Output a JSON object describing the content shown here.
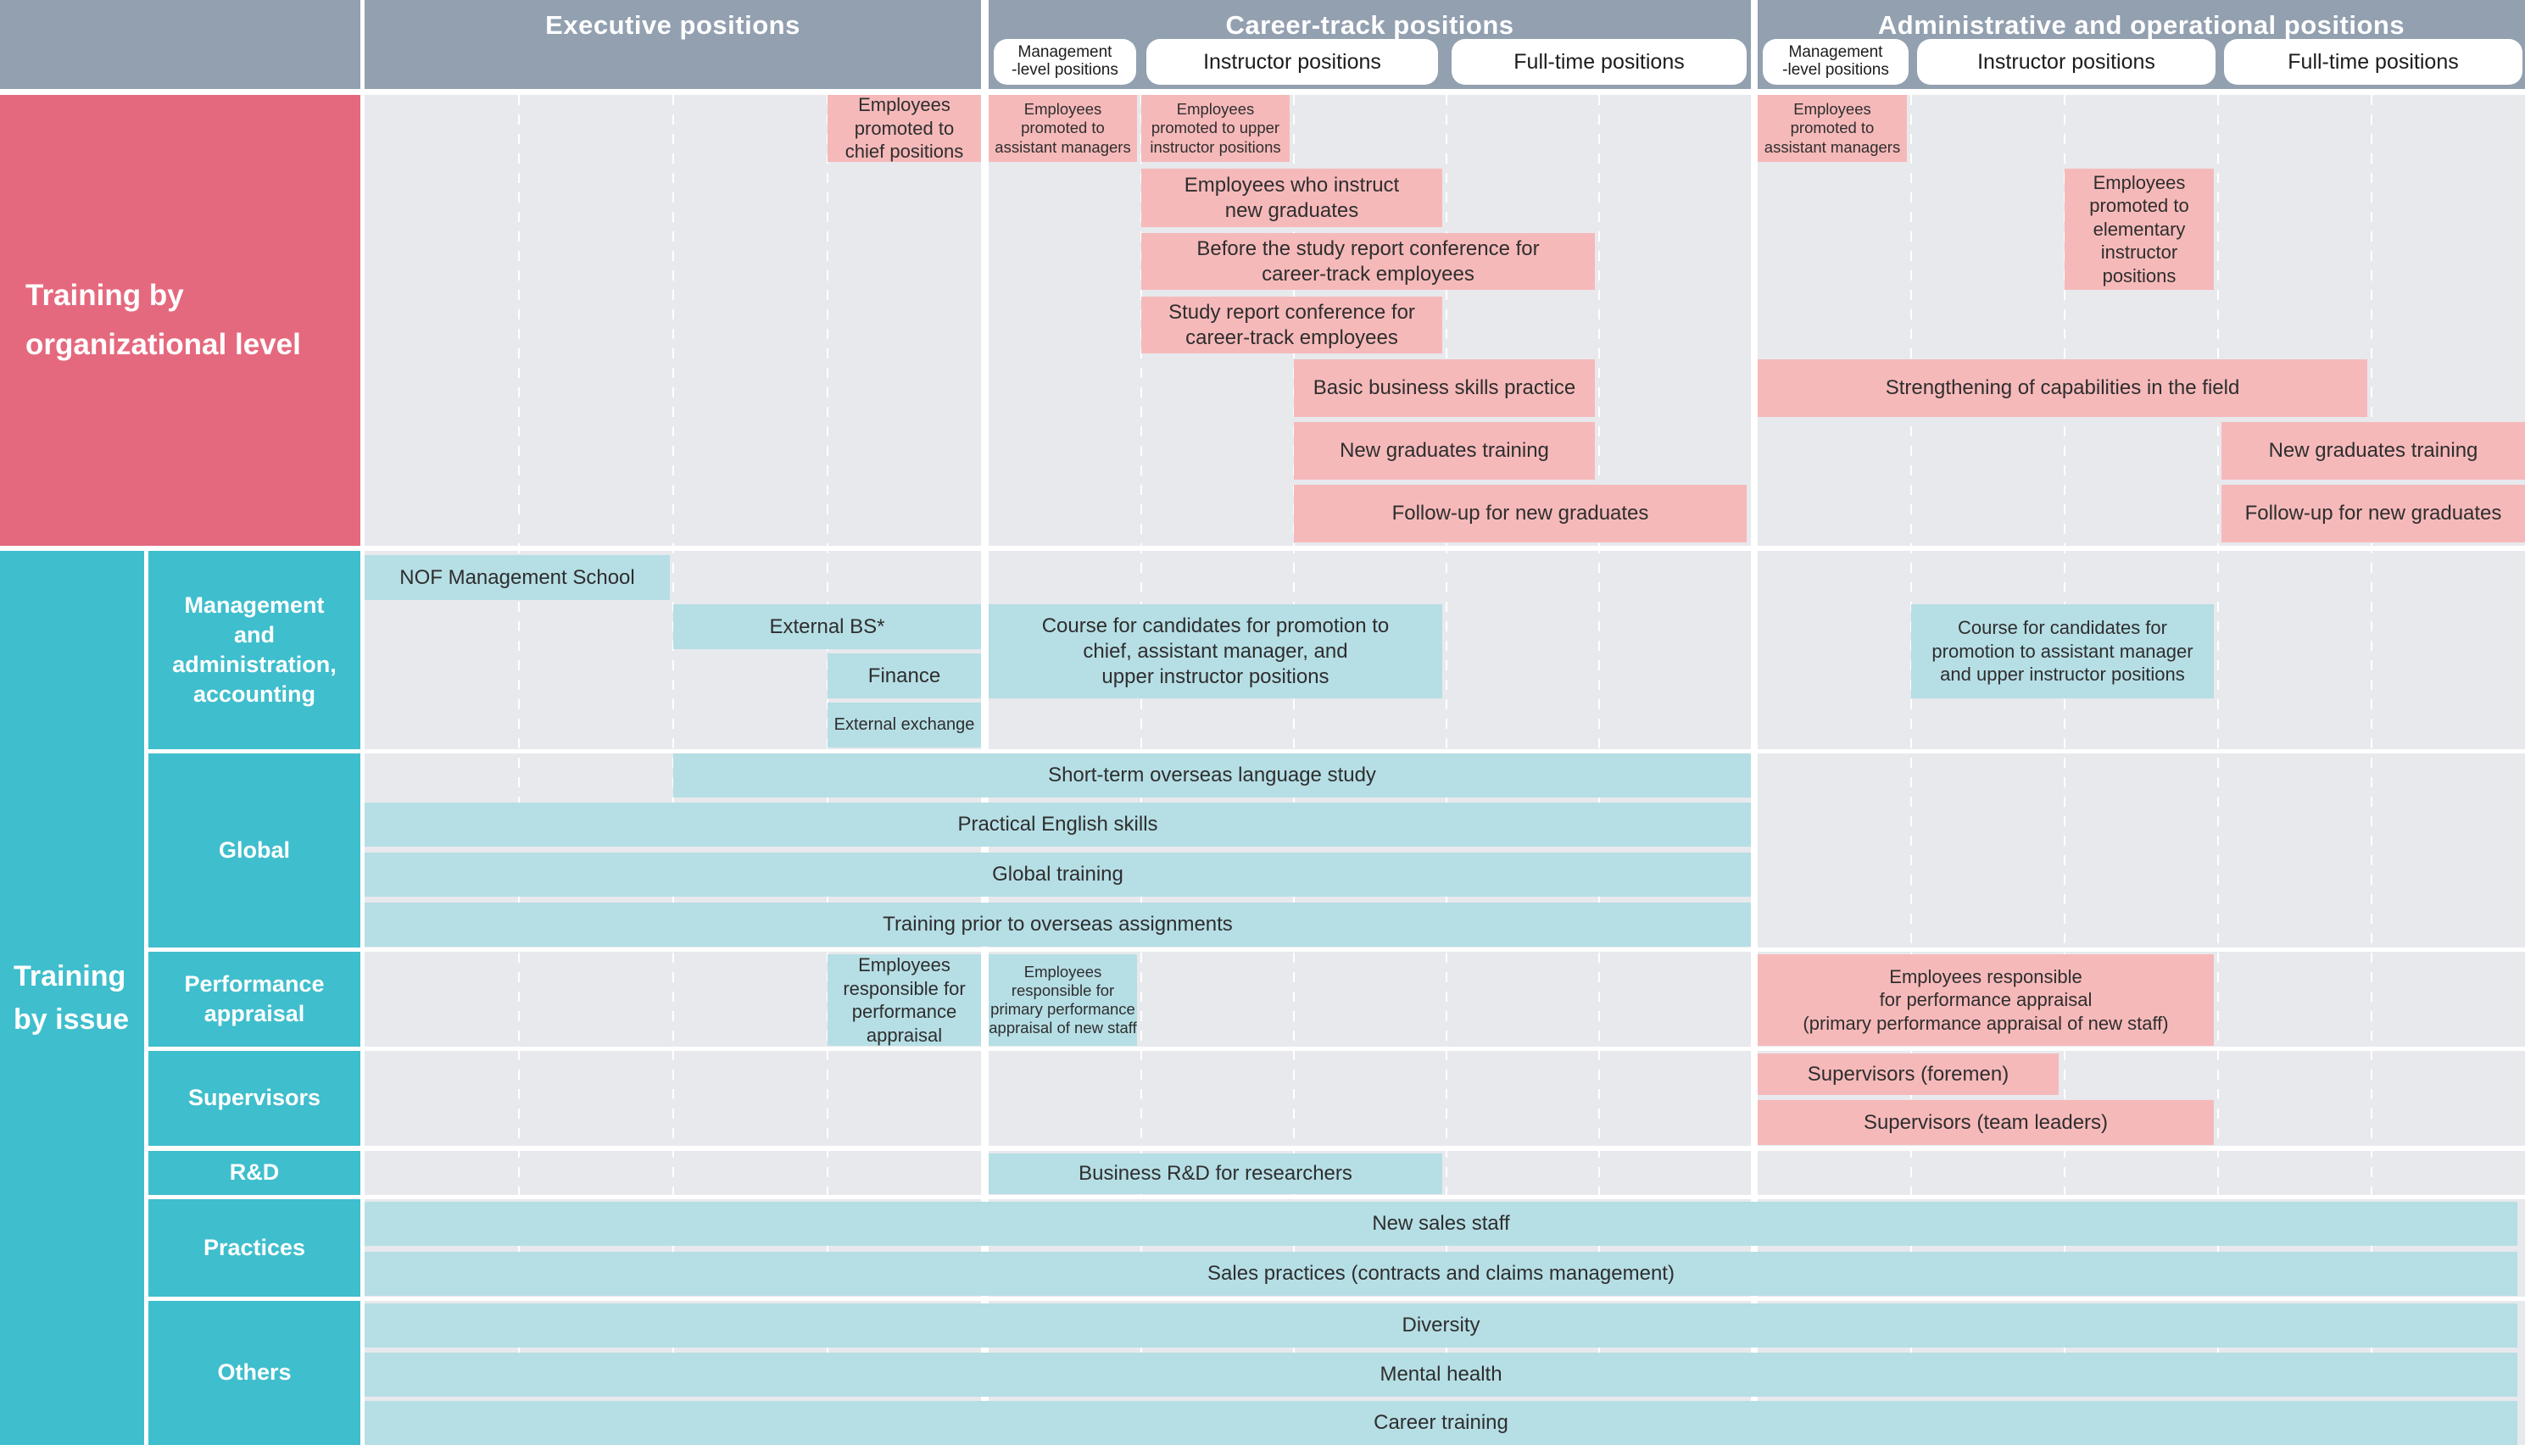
{
  "header": {
    "groups": [
      {
        "title": "Executive positions",
        "buttons": []
      },
      {
        "title": "Career-track positions",
        "buttons": [
          "Management\n-level positions",
          "Instructor positions",
          "Full-time positions"
        ]
      },
      {
        "title": "Administrative and operational positions",
        "buttons": [
          "Management\n-level positions",
          "Instructor positions",
          "Full-time positions"
        ]
      }
    ]
  },
  "sidebar": {
    "org_level_label": "Training by\norganizational level",
    "by_issue_label": "Training\nby issue",
    "categories": [
      "Management\nand\nadministration,\naccounting",
      "Global",
      "Performance\nappraisal",
      "Supervisors",
      "R&D",
      "Practices",
      "Others"
    ]
  },
  "boxes": {
    "promoted_chief": "Employees\npromoted to\nchief positions",
    "promoted_asst_ct": "Employees\npromoted to\nassistant managers",
    "promoted_upper_instructor": "Employees\npromoted to upper\ninstructor positions",
    "promoted_asst_admin": "Employees\npromoted to\nassistant managers",
    "instruct_new_grads": "Employees who instruct\nnew graduates",
    "promoted_elementary_instructor": "Employees\npromoted to\nelementary\ninstructor\npositions",
    "before_study_report": "Before the study report conference for\ncareer-track employees",
    "study_report": "Study report conference for\ncareer-track employees",
    "basic_business": "Basic business skills practice",
    "strengthening_field": "Strengthening of capabilities in the field",
    "new_grad_training_ct": "New graduates training",
    "new_grad_training_admin": "New graduates training",
    "followup_ct": "Follow-up for new graduates",
    "followup_admin": "Follow-up for new graduates",
    "nof_school": "NOF Management School",
    "external_bs": "External BS*",
    "course_chief": "Course for candidates for promotion to\nchief, assistant manager, and\nupper instructor positions",
    "course_asst": "Course for candidates for\npromotion to assistant manager\nand upper instructor positions",
    "finance": "Finance",
    "external_exchange": "External exchange",
    "short_term_overseas": "Short-term overseas language study",
    "practical_english": "Practical English skills",
    "global_training": "Global training",
    "training_prior_overseas": "Training prior to overseas assignments",
    "perf_appraisal": "Employees\nresponsible for\nperformance\nappraisal",
    "perf_primary_new_staff": "Employees\nresponsible for\nprimary performance\nappraisal of new staff",
    "perf_admin": "Employees responsible\nfor performance appraisal\n(primary performance appraisal of new staff)",
    "supervisors_foremen": "Supervisors (foremen)",
    "supervisors_team_leaders": "Supervisors (team leaders)",
    "business_rd": "Business R&D for researchers",
    "new_sales_staff": "New sales staff",
    "sales_practices": "Sales practices (contracts and claims management)",
    "diversity": "Diversity",
    "mental_health": "Mental health",
    "career_training": "Career training"
  },
  "colors": {
    "header_gray": "#92a0b0",
    "org_pink": "#e5697e",
    "issue_teal": "#3fbecd",
    "box_pink": "#f6b9ba",
    "box_teal": "#b6dee5",
    "bg_gray": "#e7e9ed"
  }
}
